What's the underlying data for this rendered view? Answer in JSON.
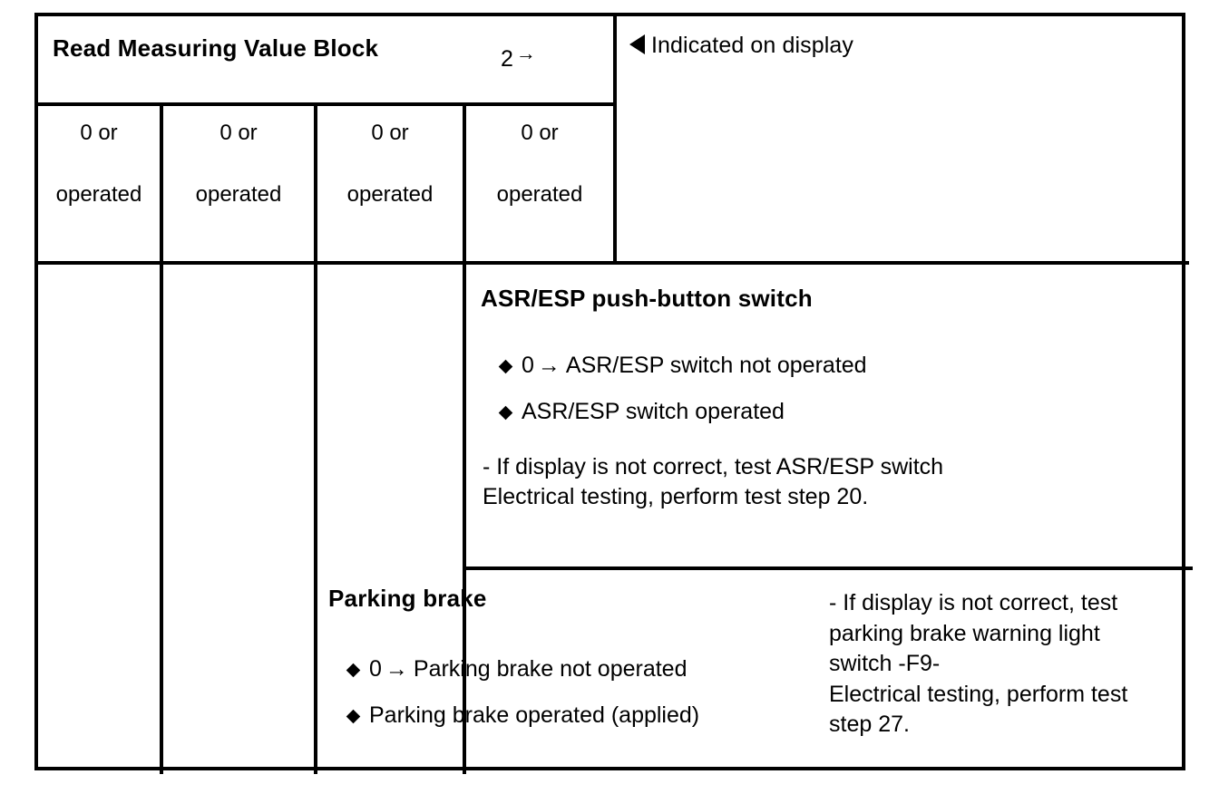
{
  "document": {
    "type": "automotive-service-manual-table",
    "title": "Read Measuring Value Block"
  },
  "header": {
    "left": {
      "title": "Read Measuring Value Block",
      "display_group": "2",
      "arrow_icon": "right-arrow"
    },
    "right": {
      "marker_icon": "left-triangle",
      "label": "Indicated on display"
    }
  },
  "value_columns": [
    {
      "line1": "0 or",
      "line2": "operated"
    },
    {
      "line1": "0 or",
      "line2": "operated"
    },
    {
      "line1": "0 or",
      "line2": "operated"
    },
    {
      "line1": "0 or",
      "line2": "operated"
    }
  ],
  "sections": [
    {
      "id": "asr-esp",
      "heading": "ASR/ESP push-button switch",
      "bullets": [
        {
          "value": "0",
          "arrow": "→",
          "text": "ASR/ESP switch not operated"
        },
        {
          "value": "",
          "arrow": "",
          "text": "ASR/ESP switch operated"
        }
      ],
      "notes": [
        "- If display is not correct, test ASR/ESP switch",
        "Electrical testing, perform test step 20."
      ]
    },
    {
      "id": "parking-brake",
      "heading": "Parking brake",
      "bullets": [
        {
          "value": "0",
          "arrow": "→",
          "text": "Parking brake not operated"
        },
        {
          "value": "",
          "arrow": "",
          "text": "Parking brake operated (applied)"
        }
      ],
      "side_note": [
        "- If display is not correct, test",
        "parking brake warning light",
        "switch -F9-",
        "Electrical testing, perform test",
        "step 27."
      ]
    }
  ],
  "colors": {
    "ink": "#000000",
    "paper": "#ffffff"
  }
}
